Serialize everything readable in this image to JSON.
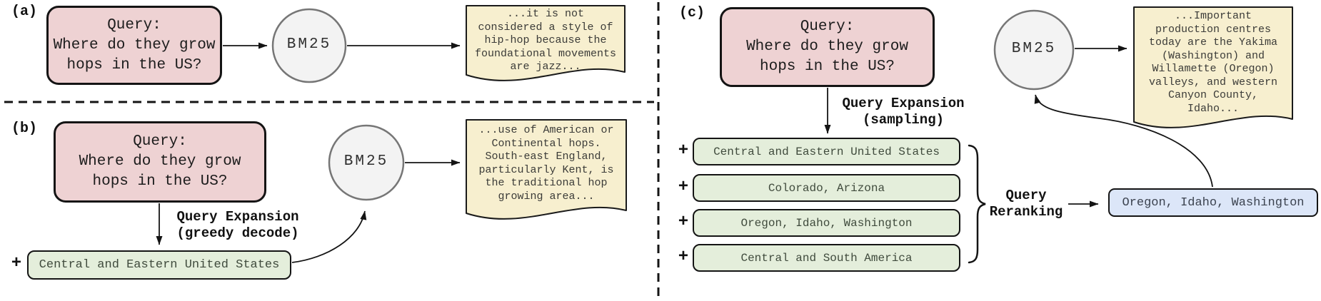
{
  "figure": {
    "description_colors": {
      "query_fill": "#eed2d3",
      "expansion_fill": "#e4eedb",
      "document_fill": "#f7efcf",
      "reranked_fill": "#dce6f8",
      "bm25_fill": "#f3f3f3",
      "bm25_stroke": "#767676",
      "line_color": "#141414"
    }
  },
  "panels": {
    "a": {
      "label": "(a)",
      "query": "Query:\nWhere do they grow\nhops in the US?",
      "bm25": "BM25",
      "doc": "...it is not\nconsidered a style of\nhip-hop because the\nfoundational movements\nare jazz..."
    },
    "b": {
      "label": "(b)",
      "query": "Query:\nWhere do they grow\nhops in the US?",
      "bm25": "BM25",
      "expansion_label": "Query Expansion\n(greedy decode)",
      "plus": "+",
      "expansion": "Central and Eastern United States",
      "doc": "...use of American or\nContinental hops.\nSouth-east England,\nparticularly Kent, is\nthe traditional hop\ngrowing area..."
    },
    "c": {
      "label": "(c)",
      "query": "Query:\nWhere do they grow\nhops in the US?",
      "bm25": "BM25",
      "expansion_label": "Query Expansion\n(sampling)",
      "plus": "+",
      "expansions": [
        "Central and Eastern United States",
        "Colorado, Arizona",
        "Oregon, Idaho, Washington",
        "Central and South America"
      ],
      "rerank_label": "Query\nReranking",
      "reranked": "Oregon, Idaho, Washington",
      "doc": "...Important\nproduction centres\ntoday are the Yakima\n(Washington) and\nWillamette (Oregon)\nvalleys, and western\nCanyon County,\nIdaho..."
    }
  }
}
